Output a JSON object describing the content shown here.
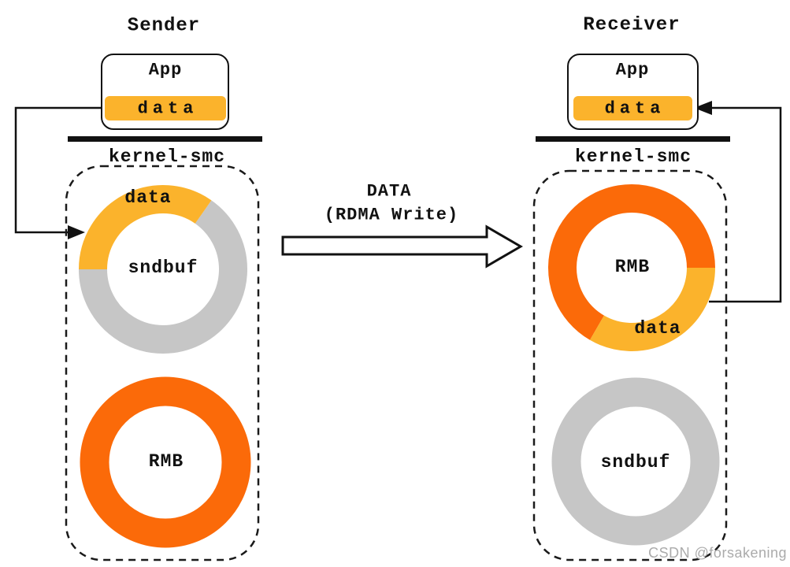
{
  "sender": {
    "title": "Sender",
    "app": "App",
    "app_data": "data",
    "kernel": "kernel-smc",
    "sndbuf_label": "sndbuf",
    "sndbuf_data": "data",
    "rmb_label": "RMB"
  },
  "receiver": {
    "title": "Receiver",
    "app": "App",
    "app_data": "data",
    "kernel": "kernel-smc",
    "rmb_label": "RMB",
    "rmb_data": "data",
    "sndbuf_label": "sndbuf"
  },
  "transfer": {
    "title": "DATA",
    "subtitle": "(RDMA Write)"
  },
  "watermark": "CSDN @forsakening",
  "colors": {
    "amber": "#FBB32C",
    "orange": "#FB6A09",
    "gray": "#C6C6C6",
    "ink": "#111111",
    "watermark": "#ABABAB"
  }
}
